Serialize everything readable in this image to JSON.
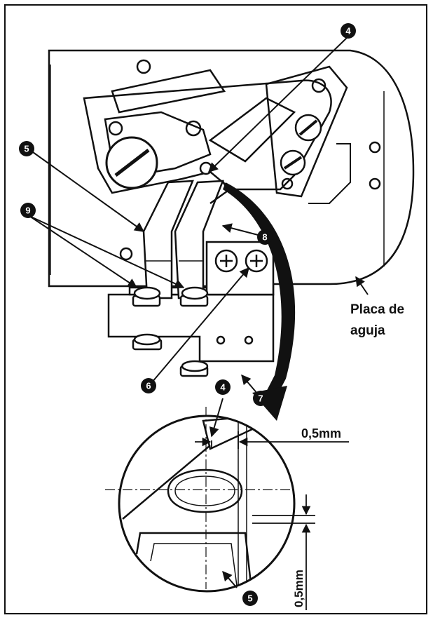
{
  "callouts": {
    "c4_top": "4",
    "c5_left": "5",
    "c9": "9",
    "c8": "8",
    "c6": "6",
    "c7": "7",
    "c4_detail": "4",
    "c5_detail": "5"
  },
  "labels": {
    "plate_line1": "Placa de",
    "plate_line2": "aguja",
    "dim_horizontal": "0,5mm",
    "dim_vertical": "0,5mm"
  },
  "colors": {
    "ink": "#111111",
    "badge": "#111111",
    "background": "#ffffff"
  }
}
